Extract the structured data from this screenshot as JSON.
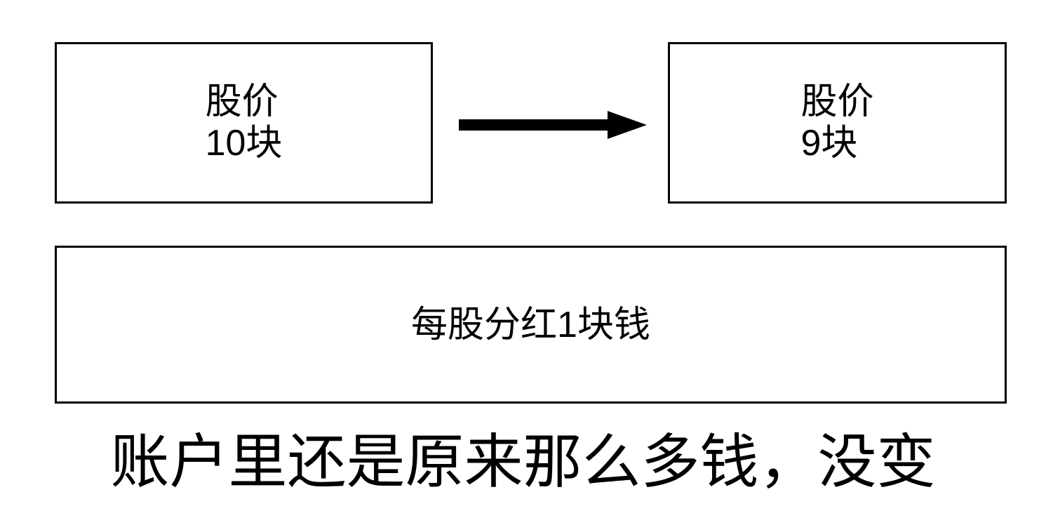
{
  "diagram": {
    "type": "flow-diagram",
    "topic": "stock-price-after-dividend",
    "background_color": "#FFFFFF",
    "stroke_color": "#000000",
    "text_color": "#000000"
  },
  "before_box": {
    "name": "price-before",
    "label": "股价",
    "value": "10块"
  },
  "arrow": {
    "name": "transition-arrow",
    "direction": "right",
    "color": "#000000"
  },
  "after_box": {
    "name": "price-after",
    "label": "股价",
    "value": "9块"
  },
  "dividend_box": {
    "name": "dividend-note",
    "text": "每股分红1块钱"
  },
  "caption": {
    "text": "账户里还是原来那么多钱，没变"
  }
}
